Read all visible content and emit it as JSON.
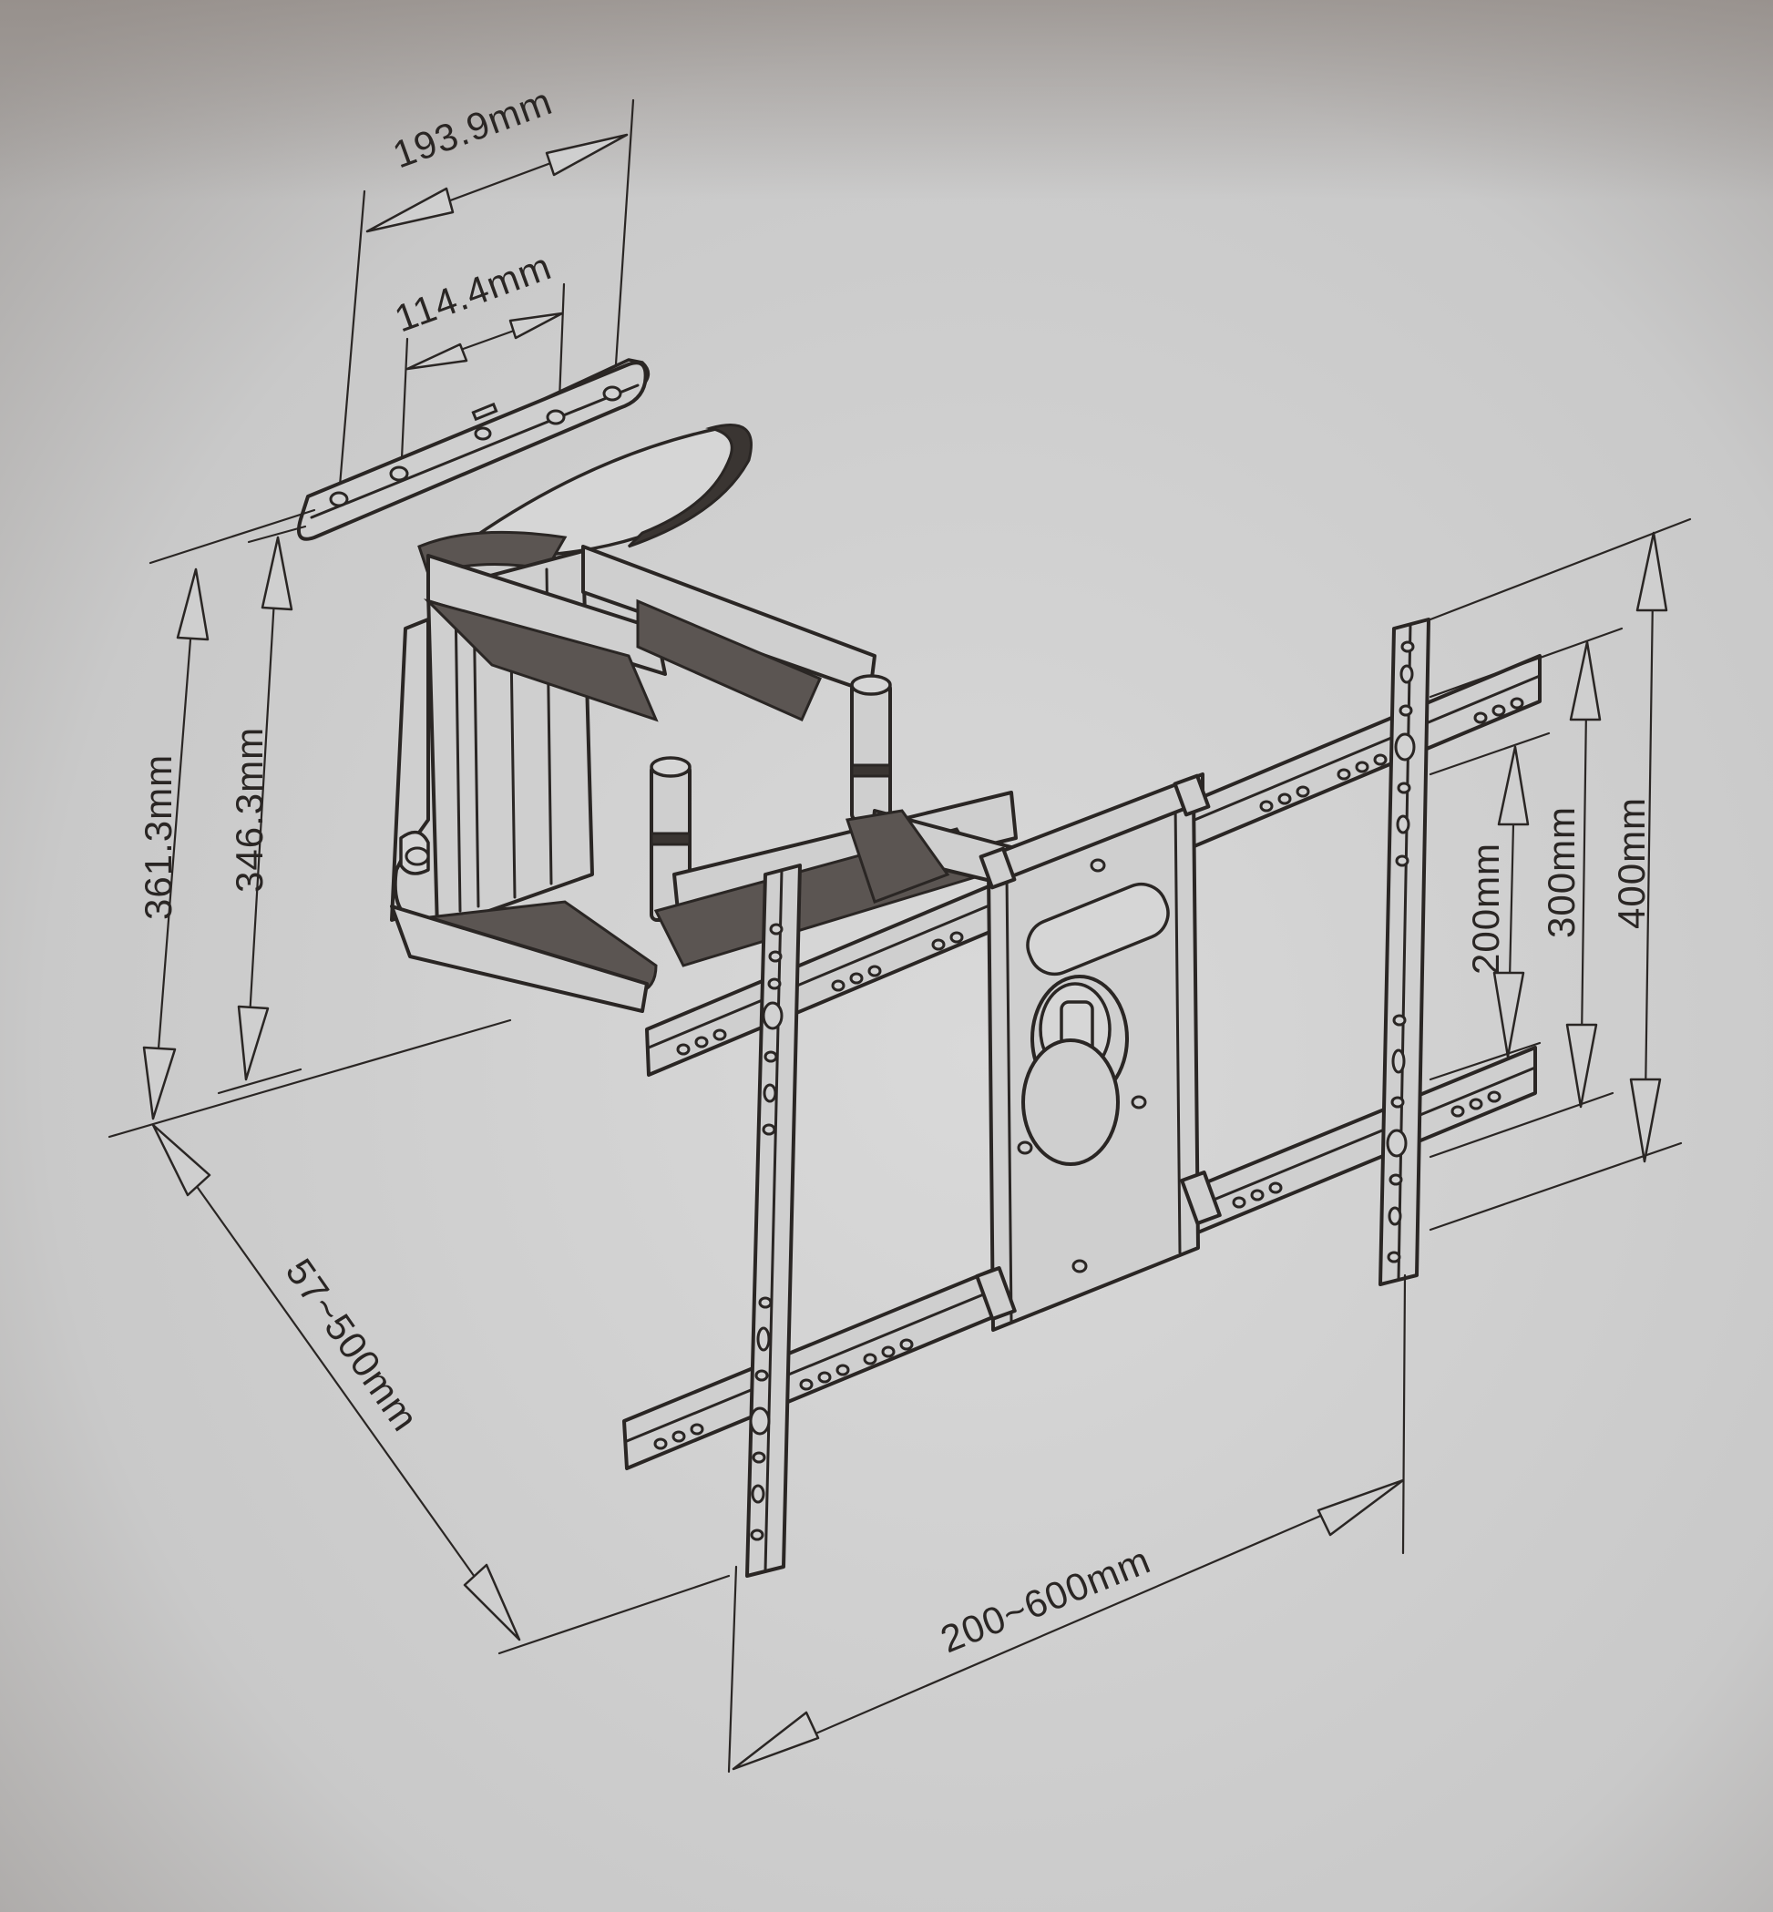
{
  "diagram": {
    "subject": "Full-motion TV wall mount bracket (isometric line drawing)",
    "background_color": "#c8c8c8",
    "line_color": "#2a2624",
    "components": [
      {
        "id": "wall-plate",
        "label": "Wall plate with mounting holes"
      },
      {
        "id": "articulating-arms",
        "label": "Double articulating arms"
      },
      {
        "id": "tv-adapter-plate",
        "label": "Center tilt/swivel adapter plate"
      },
      {
        "id": "horizontal-rails",
        "label": "Horizontal mounting rails"
      },
      {
        "id": "vertical-tv-brackets",
        "label": "Vertical TV brackets (left and right)"
      }
    ],
    "dimensions": {
      "wall_plate_outer_width": "193.9mm",
      "wall_plate_inner_hole_spacing": "114.4mm",
      "wall_plate_height_outer": "361.3mm",
      "wall_plate_height_inner": "346.3mm",
      "wall_extension_range": "57~500mm",
      "vesa_vertical_small": "200mm",
      "vesa_vertical_medium": "300mm",
      "vesa_vertical_large": "400mm",
      "vesa_horizontal_range": "200~600mm"
    }
  }
}
